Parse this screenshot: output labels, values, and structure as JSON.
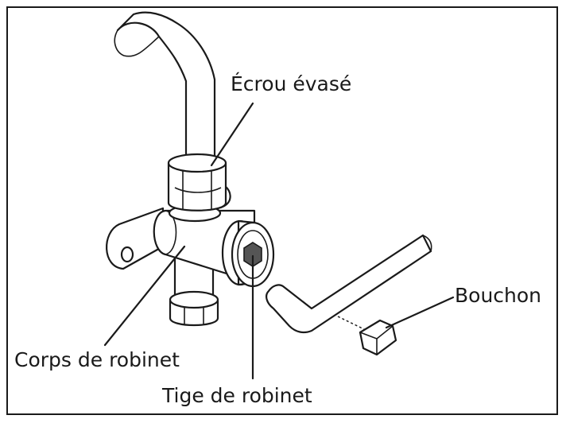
{
  "labels": {
    "flare_nut": "Écrou évasé",
    "cap": "Bouchon",
    "valve_body": "Corps de robinet",
    "valve_stem": "Tige de robinet"
  },
  "icons": {
    "pipe": "copper-pipe-icon",
    "flare_nut": "flare-nut-icon",
    "valve": "service-valve-icon",
    "hex_key": "hex-key-icon",
    "cap": "valve-cap-icon"
  },
  "colors": {
    "stroke": "#1a1a1a",
    "background": "#ffffff",
    "hex_socket": "#555555"
  }
}
